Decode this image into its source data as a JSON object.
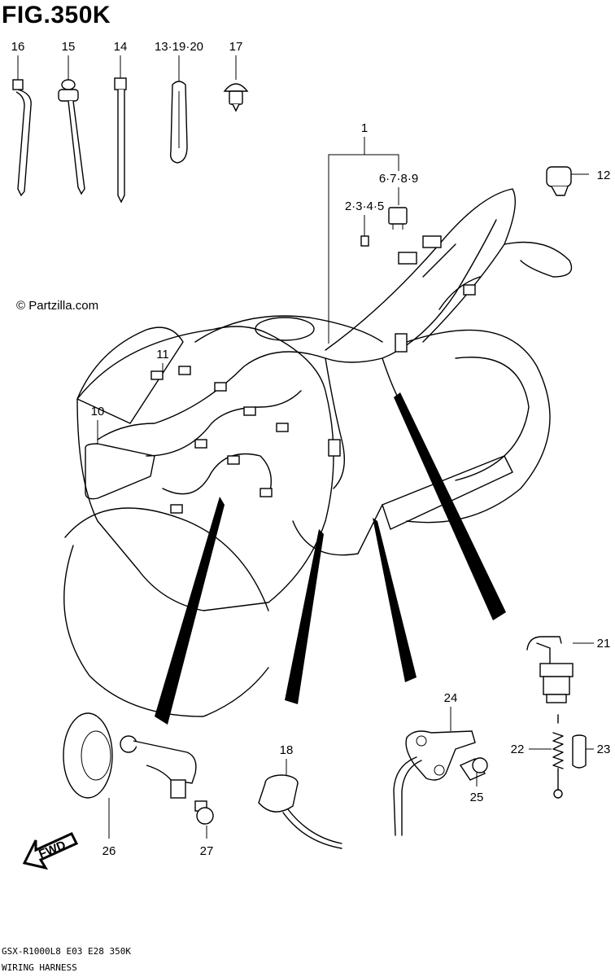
{
  "figure": {
    "title": "FIG.350K",
    "watermark": "© Partzilla.com",
    "footer_model": "GSX-R1000L8  E03  E28  350K",
    "footer_name": "WIRING HARNESS",
    "fwd_label": "FWD"
  },
  "callouts": {
    "c1": "1",
    "c2345": "2·3·4·5",
    "c6789": "6·7·8·9",
    "c10": "10",
    "c11": "11",
    "c12": "12",
    "c13": "13·19·20",
    "c14": "14",
    "c15": "15",
    "c16": "16",
    "c17": "17",
    "c18": "18",
    "c21": "21",
    "c22": "22",
    "c23": "23",
    "c24": "24",
    "c25": "25",
    "c26": "26",
    "c27": "27"
  }
}
